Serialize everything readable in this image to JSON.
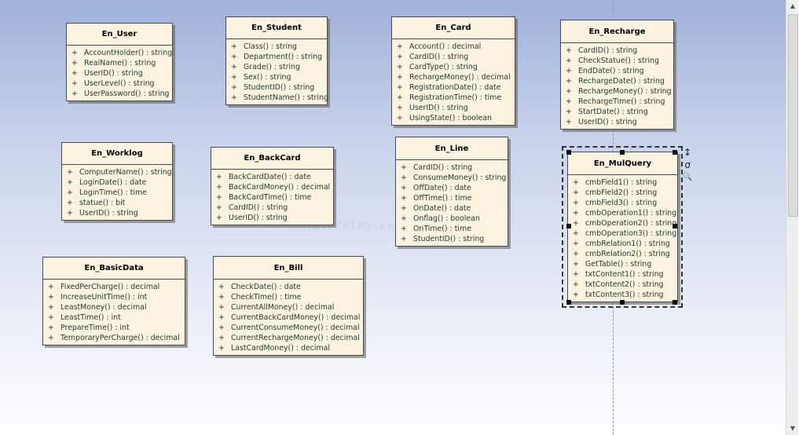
{
  "classes": [
    {
      "name": "En_User",
      "ops": [
        {
          "v": "+",
          "s": "AccountHolder() : string"
        },
        {
          "v": "+",
          "s": "RealName() : string"
        },
        {
          "v": "+",
          "s": "UserID() : string"
        },
        {
          "v": "+",
          "s": "UserLevel() : string"
        },
        {
          "v": "+",
          "s": "UserPassword() : string"
        }
      ]
    },
    {
      "name": "En_Student",
      "ops": [
        {
          "v": "+",
          "s": "Class() : string"
        },
        {
          "v": "+",
          "s": "Department() : string"
        },
        {
          "v": "+",
          "s": "Grade() : string"
        },
        {
          "v": "+",
          "s": "Sex() : string"
        },
        {
          "v": "+",
          "s": "StudentID() : string"
        },
        {
          "v": "+",
          "s": "StudentName() : string"
        }
      ]
    },
    {
      "name": "En_Card",
      "ops": [
        {
          "v": "+",
          "s": "Account() : decimal"
        },
        {
          "v": "+",
          "s": "CardID() : string"
        },
        {
          "v": "+",
          "s": "CardType() : string"
        },
        {
          "v": "+",
          "s": "RechargeMoney() : decimal"
        },
        {
          "v": "+",
          "s": "RegistrationDate() : date"
        },
        {
          "v": "+",
          "s": "RegistrationTime() : time"
        },
        {
          "v": "+",
          "s": "UserID() : string"
        },
        {
          "v": "+",
          "s": "UsingState() : boolean"
        }
      ]
    },
    {
      "name": "En_Recharge",
      "ops": [
        {
          "v": "+",
          "s": "CardID() : string"
        },
        {
          "v": "+",
          "s": "CheckStatue() : string"
        },
        {
          "v": "+",
          "s": "EndDate() : string"
        },
        {
          "v": "+",
          "s": "RechargeDate() : string"
        },
        {
          "v": "+",
          "s": "RechargeMoney() : string"
        },
        {
          "v": "+",
          "s": "RechargeTime() : string"
        },
        {
          "v": "+",
          "s": "StartDate() : string"
        },
        {
          "v": "+",
          "s": "UserID() : string"
        }
      ]
    },
    {
      "name": "En_Worklog",
      "ops": [
        {
          "v": "+",
          "s": "ComputerName() : string"
        },
        {
          "v": "+",
          "s": "LoginDate() : date"
        },
        {
          "v": "+",
          "s": "LoginTime() : time"
        },
        {
          "v": "+",
          "s": "statue() : bit"
        },
        {
          "v": "+",
          "s": "UserID() : string"
        }
      ]
    },
    {
      "name": "En_BackCard",
      "ops": [
        {
          "v": "+",
          "s": "BackCardDate() : date"
        },
        {
          "v": "+",
          "s": "BackCardMoney() : decimal"
        },
        {
          "v": "+",
          "s": "BackCardTime() : time"
        },
        {
          "v": "+",
          "s": "CardID() : string"
        },
        {
          "v": "+",
          "s": "UserID() : string"
        }
      ]
    },
    {
      "name": "En_Line",
      "ops": [
        {
          "v": "+",
          "s": "CardID() : string"
        },
        {
          "v": "+",
          "s": "ConsumeMoney() : string"
        },
        {
          "v": "+",
          "s": "OffDate() : date"
        },
        {
          "v": "+",
          "s": "OffTime() : time"
        },
        {
          "v": "+",
          "s": "OnDate() : date"
        },
        {
          "v": "+",
          "s": "Onflag() : boolean"
        },
        {
          "v": "+",
          "s": "OnTime() : time"
        },
        {
          "v": "+",
          "s": "StudentID() : string"
        }
      ]
    },
    {
      "name": "En_MulQuery",
      "ops": [
        {
          "v": "+",
          "s": "cmbField1() : string"
        },
        {
          "v": "+",
          "s": "cmbField2() : string"
        },
        {
          "v": "+",
          "s": "cmbField3() : string"
        },
        {
          "v": "+",
          "s": "cmbOperation1() : string"
        },
        {
          "v": "+",
          "s": "cmbOperation2() : string"
        },
        {
          "v": "+",
          "s": "cmbOperation3() : string"
        },
        {
          "v": "+",
          "s": "cmbRelation1() : string"
        },
        {
          "v": "+",
          "s": "cmbRelation2() : string"
        },
        {
          "v": "+",
          "s": "GetTable() : string"
        },
        {
          "v": "+",
          "s": "txtContent1() : string"
        },
        {
          "v": "+",
          "s": "txtContent2() : string"
        },
        {
          "v": "+",
          "s": "txtContent3() : string"
        }
      ]
    },
    {
      "name": "En_BasicData",
      "ops": [
        {
          "v": "+",
          "s": "FixedPerCharge() : decimal"
        },
        {
          "v": "+",
          "s": "IncreaseUnitTime() : int"
        },
        {
          "v": "+",
          "s": "LeastMoney() : decimal"
        },
        {
          "v": "+",
          "s": "LeastTime() : int"
        },
        {
          "v": "+",
          "s": "PrepareTime() : int"
        },
        {
          "v": "+",
          "s": "TemporaryPerCharge() : decimal"
        }
      ]
    },
    {
      "name": "En_Bill",
      "ops": [
        {
          "v": "+",
          "s": "CheckDate() : date"
        },
        {
          "v": "+",
          "s": "CheckTime() : time"
        },
        {
          "v": "+",
          "s": "CurrentAllMoney() : decimal"
        },
        {
          "v": "+",
          "s": "CurrentBackCardMoney() : decimal"
        },
        {
          "v": "+",
          "s": "CurrentConsumeMoney() : decimal"
        },
        {
          "v": "+",
          "s": "CurrentRechargeMoney() : decimal"
        },
        {
          "v": "+",
          "s": "LastCardMoney() : decimal"
        }
      ]
    }
  ],
  "watermark": "http://blog.csdn.net/lingsiiy",
  "tools": {
    "move_icon": "↕",
    "link_icon": "ơ",
    "zoom_icon": "🔍"
  },
  "scrollbar": {
    "up": "▲",
    "down": "▼"
  }
}
